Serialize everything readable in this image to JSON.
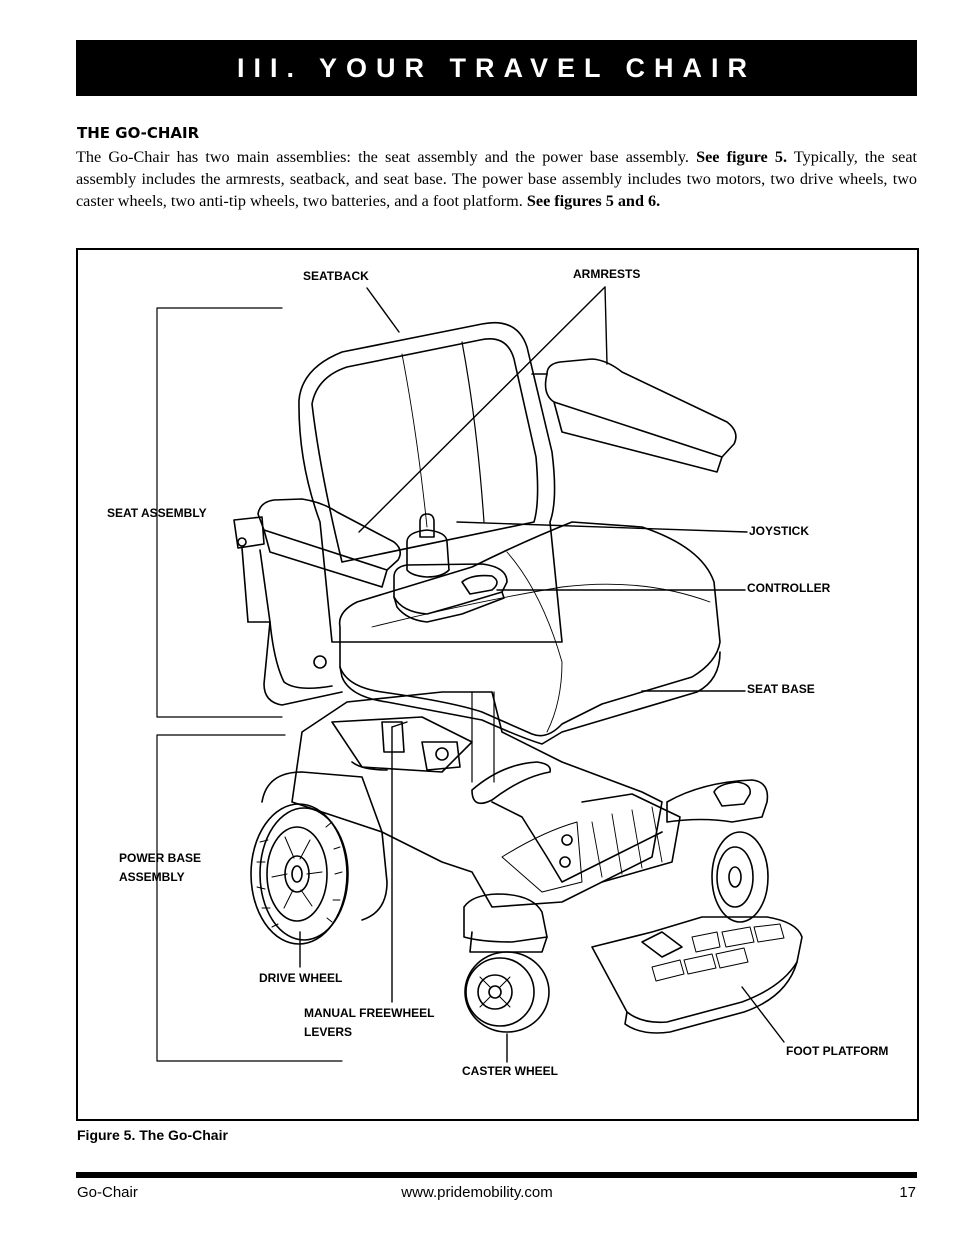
{
  "header": {
    "banner_title": "III. YOUR TRAVEL CHAIR"
  },
  "section": {
    "title": "THE GO-CHAIR",
    "intro_1": "The Go-Chair has two main assemblies: the seat assembly and the power base assembly. ",
    "intro_ref_1": "See figure 5.",
    "intro_2": " Typically, the seat assembly includes the armrests, seatback, and seat base. The power base assembly includes two motors, two drive wheels, two caster wheels, two anti-tip wheels, two batteries, and a foot platform. ",
    "intro_ref_2": "See figures 5 and 6."
  },
  "figure": {
    "labels": {
      "seatback": "SEATBACK",
      "armrests": "ARMRESTS",
      "seat_assembly": "SEAT ASSEMBLY",
      "joystick": "JOYSTICK",
      "controller": "CONTROLLER",
      "seat_base": "SEAT BASE",
      "power_base_line1": "POWER BASE",
      "power_base_line2": "ASSEMBLY",
      "drive_wheel": "DRIVE WHEEL",
      "freewheel_line1": "MANUAL FREEWHEEL",
      "freewheel_line2": "LEVERS",
      "caster_wheel": "CASTER WHEEL",
      "foot_platform": "FOOT PLATFORM"
    },
    "caption": "Figure 5. The Go-Chair"
  },
  "footer": {
    "product": "Go-Chair",
    "website": "www.pridemobility.com",
    "page_number": "17"
  }
}
